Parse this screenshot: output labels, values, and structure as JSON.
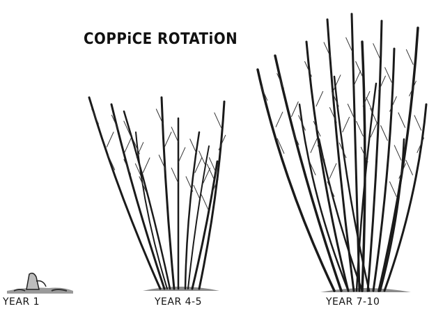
{
  "title": "COPPiCE ROTATiON",
  "stages": [
    {
      "label": "YEAR 1"
    },
    {
      "label": "YEAR 4-5"
    },
    {
      "label": "YEAR 7-10"
    }
  ],
  "colors": {
    "ink": "#111111",
    "ground": "#7a7a7a"
  }
}
